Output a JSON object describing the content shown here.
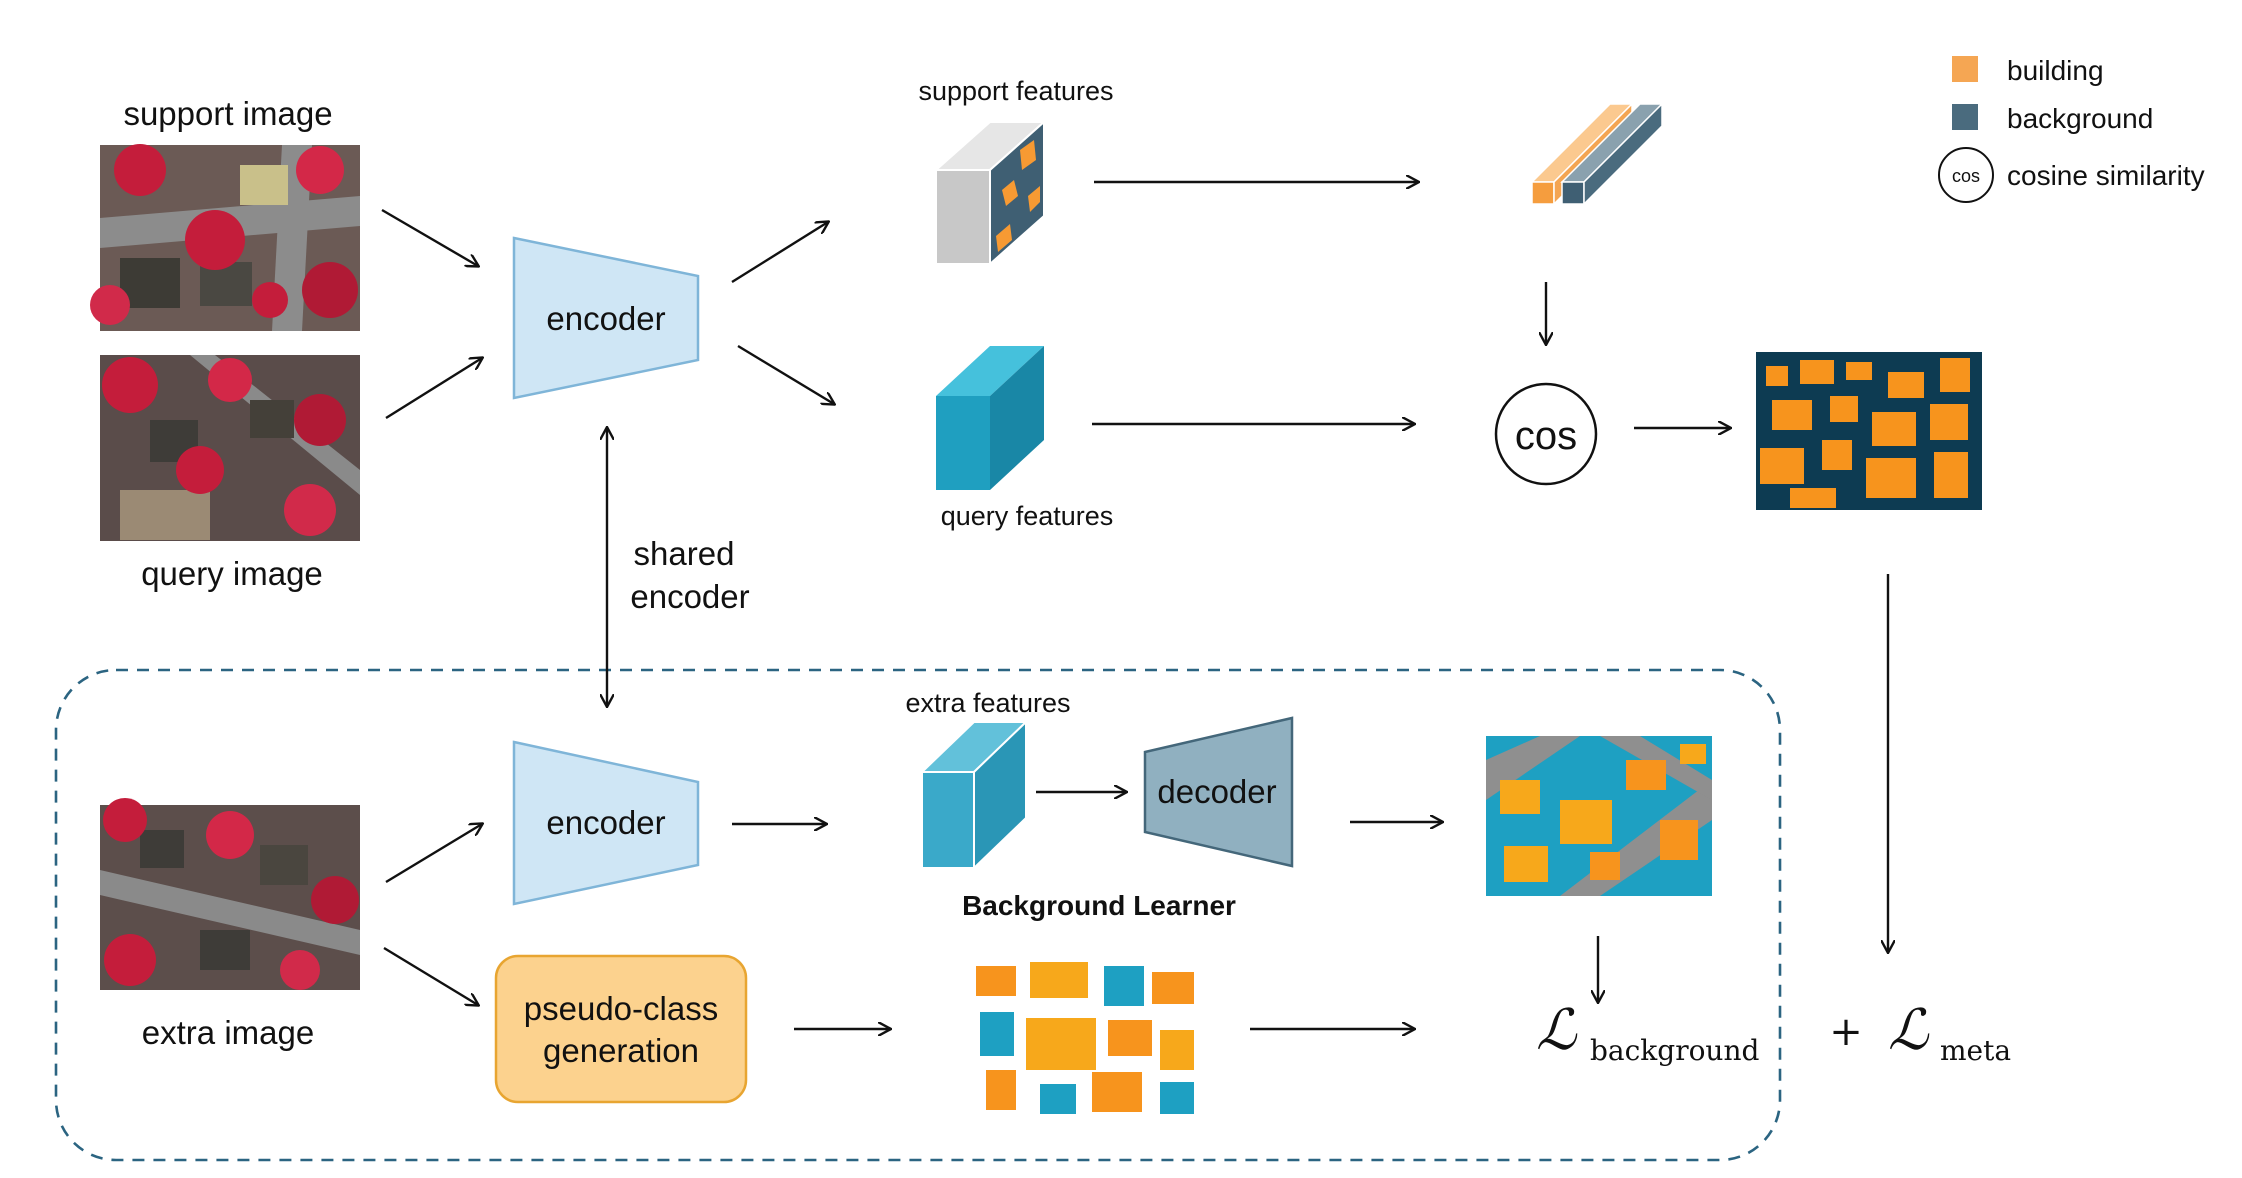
{
  "labels": {
    "support_image": "support image",
    "query_image": "query image",
    "extra_image": "extra image",
    "encoder_top": "encoder",
    "encoder_bottom": "encoder",
    "shared_encoder_line1": "shared",
    "shared_encoder_line2": "encoder",
    "support_features": "support features",
    "query_features": "query features",
    "extra_features": "extra features",
    "decoder": "decoder",
    "background_learner": "Background Learner",
    "pseudo_class_line1": "pseudo-class",
    "pseudo_class_line2": "generation",
    "cos": "cos",
    "plus": "+",
    "loss_symbol_bg": "ℒ",
    "loss_sub_bg": "background",
    "loss_symbol_meta": "ℒ",
    "loss_sub_meta": "meta"
  },
  "legend": {
    "items": [
      {
        "label": "building",
        "color": "#f5a653"
      },
      {
        "label": "background",
        "color": "#4a6b7e"
      }
    ],
    "cos_symbol": "cos",
    "cos_label": "cosine similarity"
  },
  "colors": {
    "encoder_fill": "#cfe6f5",
    "encoder_stroke": "#7fb5d8",
    "decoder_fill": "#90b0c0",
    "pseudo_fill": "#fcd28e",
    "pseudo_stroke": "#e8a531",
    "query_cube": "#1f9fc0",
    "extra_cube": "#3aa9c9",
    "dashed_border": "#2b6481",
    "mask_bg": "#0d3b52",
    "building_orange": "#f7941d"
  }
}
